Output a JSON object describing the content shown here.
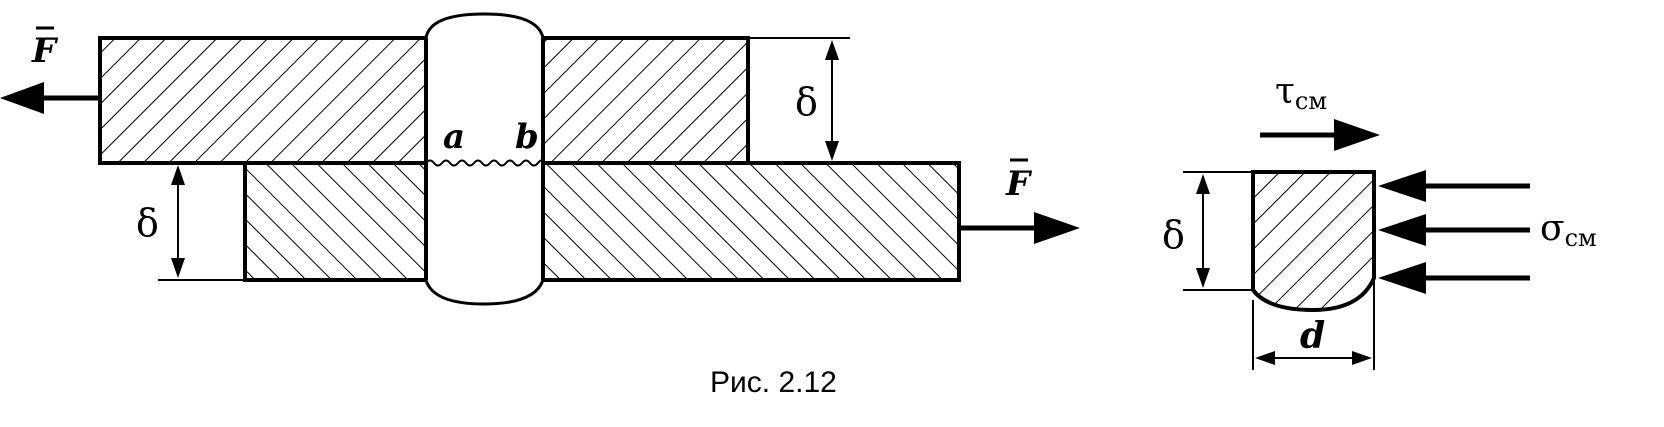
{
  "diagram": {
    "force_left_label": "F",
    "force_right_label": "F",
    "thickness_upper_label": "δ",
    "thickness_lower_label": "δ",
    "point_a_label": "a",
    "point_b_label": "b",
    "shear_stress_label": "τ",
    "shear_stress_subscript": "см",
    "bearing_stress_label": "σ",
    "bearing_stress_subscript": "см",
    "detail_thickness_label": "δ",
    "diameter_label": "d"
  },
  "caption": "Рис. 2.12"
}
